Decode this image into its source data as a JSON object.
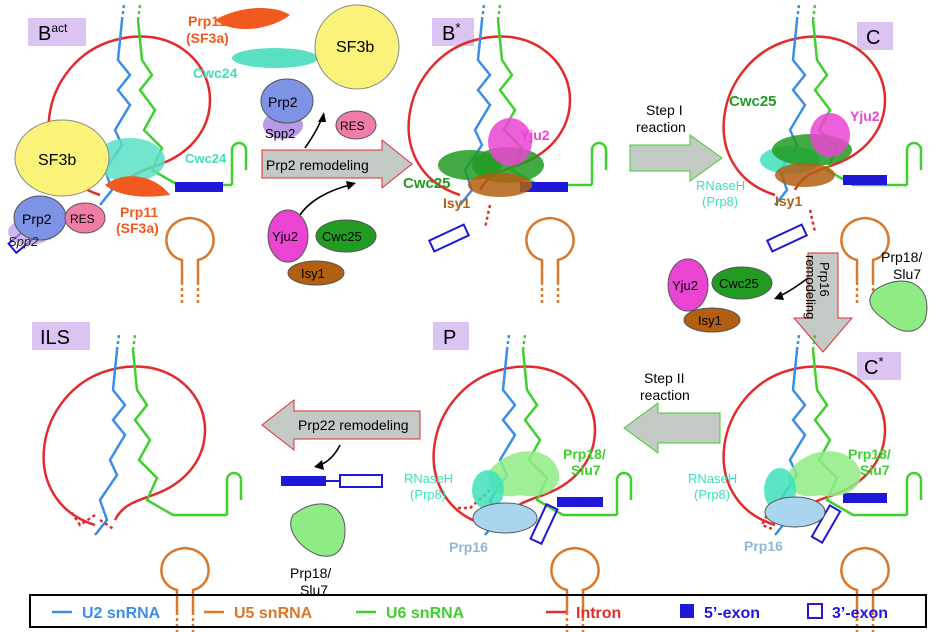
{
  "colors": {
    "u2": "#3a8ee6",
    "u5": "#d9772a",
    "u6": "#3fcf2f",
    "intron": "#e32b2b",
    "exon": "#1f18d6",
    "stage_box": "#dcc4f2",
    "arrow_fill": "#c3c9c4",
    "sf3b": "#fbf27a",
    "prp2": "#7e92e6",
    "res": "#f07ca8",
    "prp11": "#f05a1e",
    "cwc24": "#59e0c3",
    "yju2": "#ea44d2",
    "cwc25": "#229b22",
    "isy1": "#b35f12",
    "spp2": "#b99ae6",
    "prp18": "#8fec85",
    "prp16": "#a9d5ef",
    "rnaseh": "#3ee0bb"
  },
  "stages": {
    "bact": "B",
    "bact_sup": "act",
    "bstar": "B",
    "bstar_sup": "*",
    "c": "C",
    "cstar": "C",
    "cstar_sup": "*",
    "p": "P",
    "ils": "ILS"
  },
  "steps": {
    "prp2_remodeling": "Prp2 remodeling",
    "step1_line1": "Step I",
    "step1_line2": "reaction",
    "prp16_line1": "Prp16",
    "prp16_line2": "remodeling",
    "step2_line1": "Step II",
    "step2_line2": "reaction",
    "prp22_remodeling": "Prp22 remodeling"
  },
  "labels": {
    "sf3b": "SF3b",
    "prp11": "Prp11",
    "sf3a": "(SF3a)",
    "cwc24": "Cwc24",
    "prp2": "Prp2",
    "spp2": "Spp2",
    "res": "RES",
    "yju2": "Yju2",
    "cwc25": "Cwc25",
    "isy1": "Isy1",
    "rnaseh": "RNaseH",
    "prp8": "(Prp8)",
    "prp18_line1": "Prp18/",
    "prp18_line2": "Slu7",
    "prp16": "Prp16"
  },
  "legend": {
    "u2": "U2 snRNA",
    "u5": "U5 snRNA",
    "u6": "U6 snRNA",
    "intron": "Intron",
    "exon5": "5’-exon",
    "exon3": "3’-exon"
  }
}
